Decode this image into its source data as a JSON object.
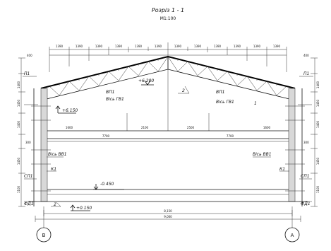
{
  "title": "Розріз 1 - 1",
  "scale": "М1:100",
  "dims_top": [
    "1390",
    "1390",
    "1390",
    "1390",
    "1390",
    "1390",
    "1390",
    "1390",
    "1390",
    "1390",
    "1390",
    "1390"
  ],
  "dims_left": [
    "400",
    "1400",
    "1450",
    "1400",
    "300",
    "1450",
    "1100"
  ],
  "dims_right": [
    "400",
    "1400",
    "1450",
    "1400",
    "300",
    "1450",
    "1100"
  ],
  "dims_span": [
    "1600",
    "7700",
    "2100",
    "2500",
    "7700",
    "1600"
  ],
  "dim_overall_inner": "8,150",
  "dim_overall": "9,000",
  "tags": {
    "p1_left": "П1",
    "p1_right": "П1",
    "bis_gb1_left": "Вісь ГВ1",
    "bis_gb1_right": "Вісь ГВ1",
    "bis_bb1_left": "Вісь ВВ1",
    "bis_bb1_right": "Вісь ВВ1",
    "k1_left": "К1",
    "k1_right": "К1",
    "cp1_left": "СП1",
    "cp1_right": "СП1",
    "fd1_left": "ФД1",
    "fd1_right": "ФД1",
    "bp1_left": "ВП1",
    "bp1_right": "ВП1",
    "mark_2_center": "2",
    "mark_2_left": "2",
    "mark_1": "1"
  },
  "levels": {
    "ridge": "+6.200",
    "eaves": "+6.150",
    "floor": "-0.450",
    "ground": "+0.150"
  },
  "axes": [
    "В",
    "А"
  ]
}
